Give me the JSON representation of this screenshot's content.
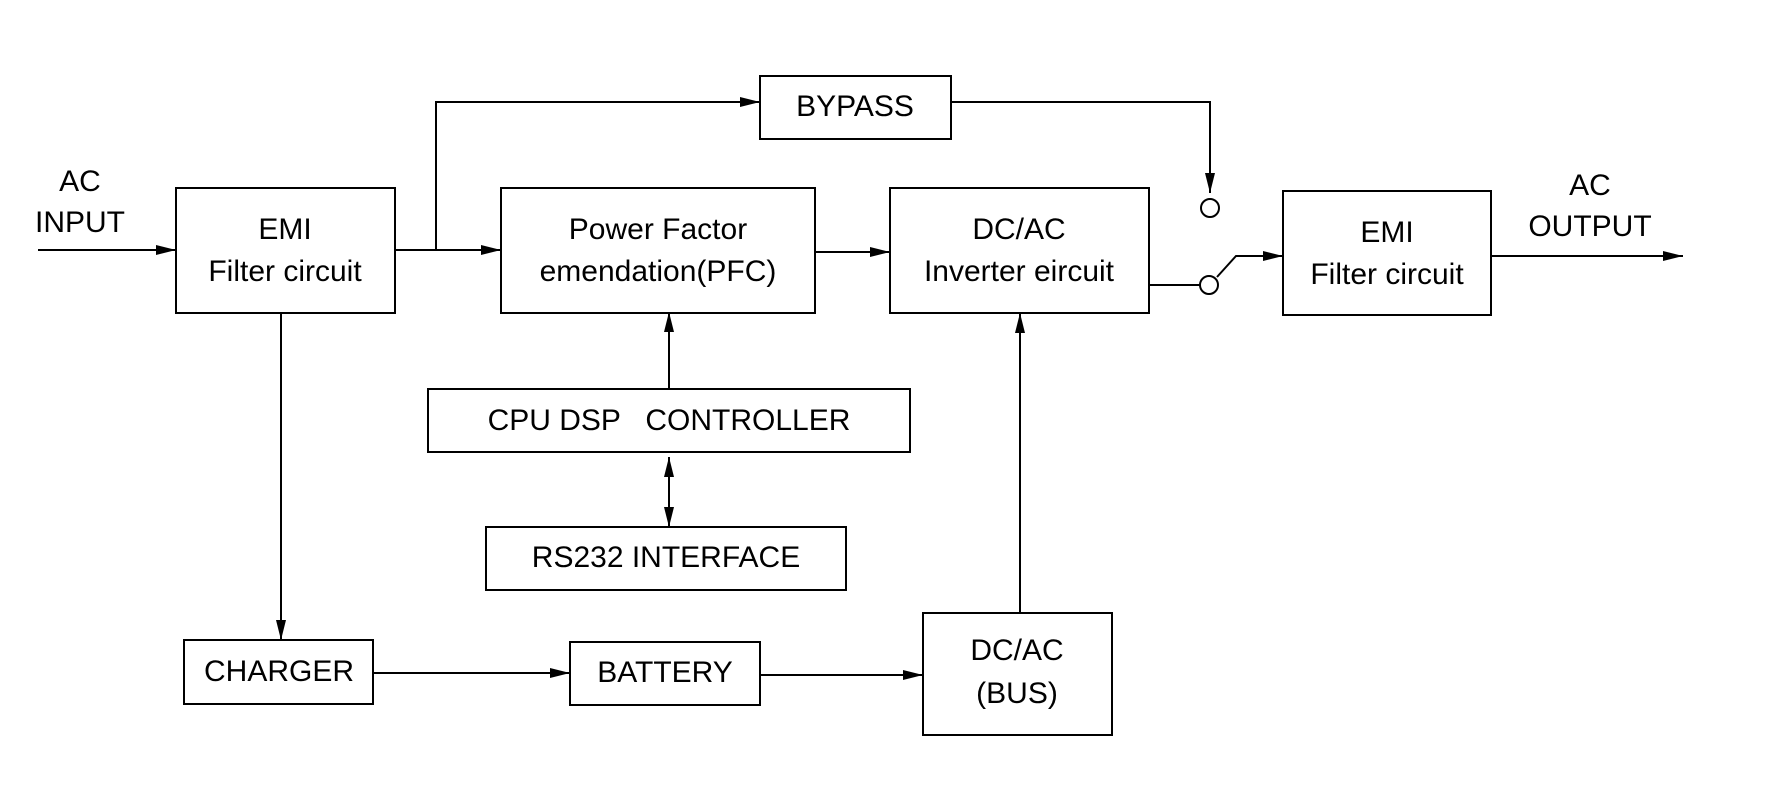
{
  "external": {
    "input_line1": "AC",
    "input_line2": "INPUT",
    "output_line1": "AC",
    "output_line2": "OUTPUT"
  },
  "blocks": {
    "emi_in_line1": "EMI",
    "emi_in_line2": "Filter circuit",
    "bypass": "BYPASS",
    "pfc_line1": "Power Factor",
    "pfc_line2": "emendation(PFC)",
    "inverter_line1": "DC/AC",
    "inverter_line2": "Inverter eircuit",
    "emi_out_line1": "EMI",
    "emi_out_line2": "Filter circuit",
    "cpu": "CPU DSP   CONTROLLER",
    "rs232": "RS232 INTERFACE",
    "charger": "CHARGER",
    "battery": "BATTERY",
    "bus_line1": "DC/AC",
    "bus_line2": "(BUS)"
  }
}
